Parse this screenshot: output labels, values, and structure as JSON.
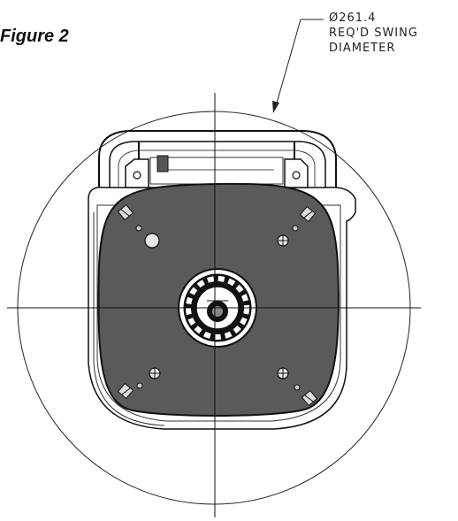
{
  "figure": {
    "label": "Figure 2"
  },
  "dimension": {
    "value": "Ø261.4",
    "line1": "REQ'D SWING",
    "line2": "DIAMETER"
  },
  "colors": {
    "plate": "#5a5a5a",
    "outline": "#111111",
    "background": "#ffffff"
  }
}
